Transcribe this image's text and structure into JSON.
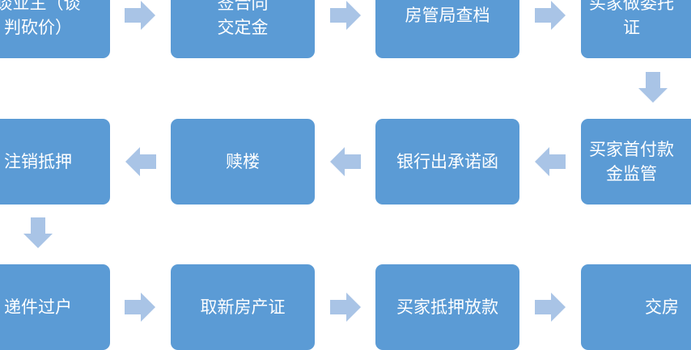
{
  "colors": {
    "box_fill": "#5b9bd5",
    "box_text": "#ffffff",
    "arrow_fill": "#a9c4e6",
    "background": "#ffffff"
  },
  "flow": {
    "row1": [
      {
        "label": "谈业主（谈\n判砍价）"
      },
      {
        "label": "签合同\n交定金"
      },
      {
        "label": "房管局查档"
      },
      {
        "label": "买家做委托\n证"
      }
    ],
    "row2": [
      {
        "label": "注销抵押"
      },
      {
        "label": "赎楼"
      },
      {
        "label": "银行出承诺函"
      },
      {
        "label": "买家首付款\n金监管"
      }
    ],
    "row3": [
      {
        "label": "递件过户"
      },
      {
        "label": "取新房产证"
      },
      {
        "label": "买家抵押放款"
      },
      {
        "label": "交房"
      }
    ]
  }
}
